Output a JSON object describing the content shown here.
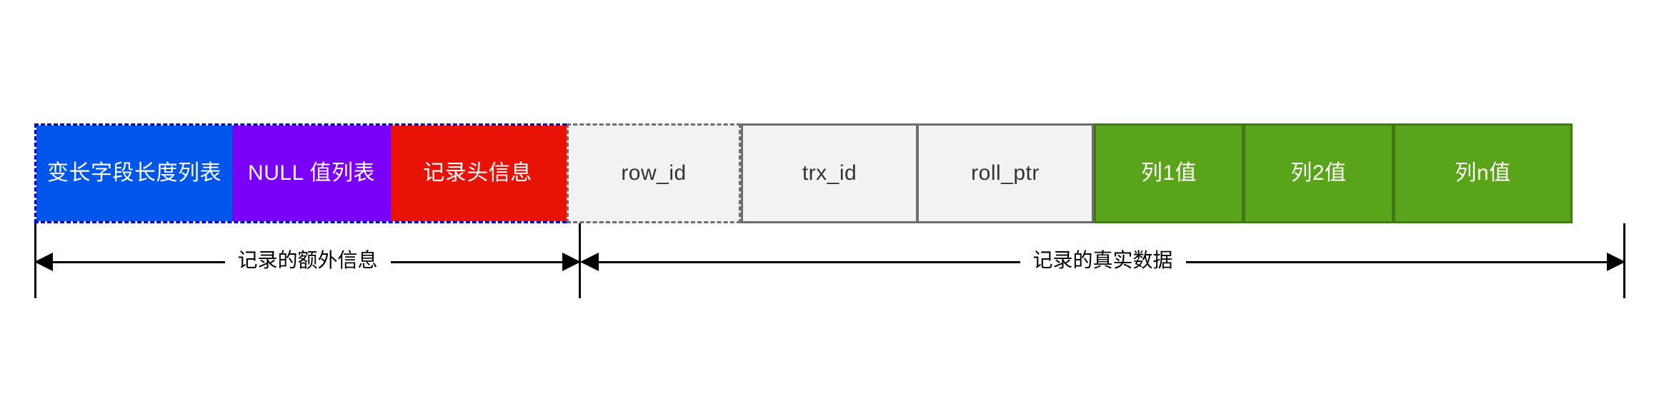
{
  "diagram": {
    "title": "InnoDB Compact row format record layout",
    "colors": {
      "varlen": "#0055ea",
      "null_list": "#7a00f8",
      "record_header": "#e81207",
      "hidden_field_bg": "#f2f2f2",
      "hidden_field_border": "#6e6e6e",
      "column_value": "#5aa41b",
      "column_value_border": "#3f7a12",
      "extra_group_border": "#0000c0",
      "arrow": "#000000"
    },
    "segments": [
      {
        "id": "varlen",
        "label": "变长字段长度列表",
        "group": "extra"
      },
      {
        "id": "null-list",
        "label": "NULL 值列表",
        "group": "extra"
      },
      {
        "id": "record-header",
        "label": "记录头信息",
        "group": "extra"
      },
      {
        "id": "row-id",
        "label": "row_id",
        "group": "real"
      },
      {
        "id": "trx-id",
        "label": "trx_id",
        "group": "real"
      },
      {
        "id": "roll-ptr",
        "label": "roll_ptr",
        "group": "real"
      },
      {
        "id": "column-1",
        "label": "列1值",
        "group": "real"
      },
      {
        "id": "column-2",
        "label": "列2值",
        "group": "real"
      },
      {
        "id": "column-n",
        "label": "列n值",
        "group": "real"
      }
    ],
    "measures": [
      {
        "id": "extra-info",
        "label": "记录的额外信息",
        "arrow": "double"
      },
      {
        "id": "real-data",
        "label": "记录的真实数据",
        "arrow": "double"
      }
    ]
  }
}
